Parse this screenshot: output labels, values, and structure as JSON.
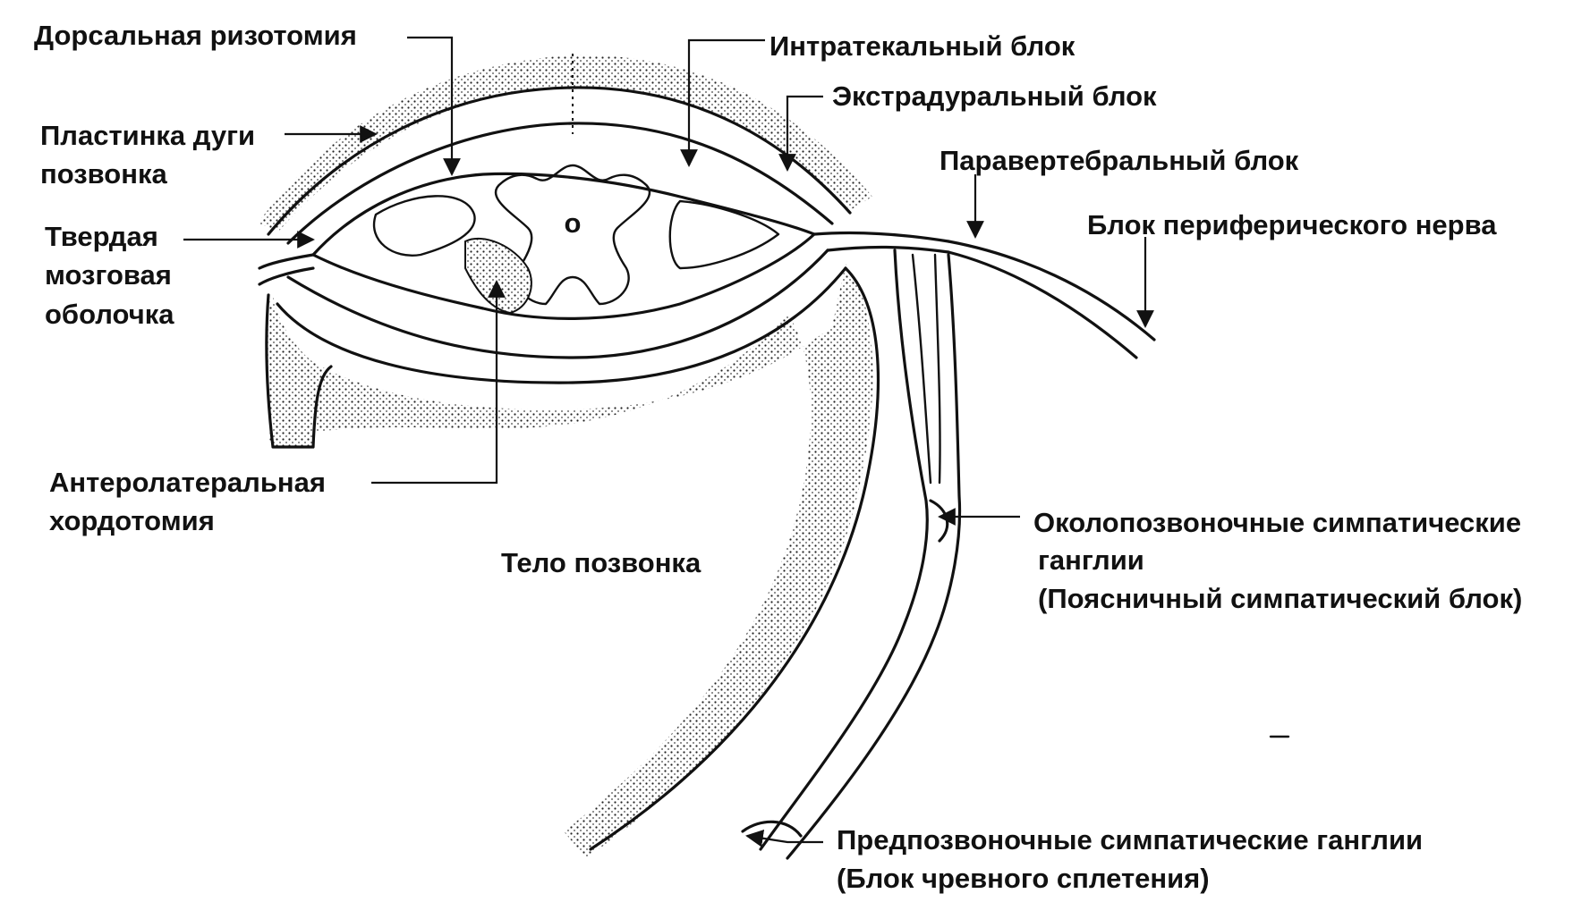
{
  "labels": {
    "dorsal_rhizotomy": "Дорсальная ризотомия",
    "intrathecal_block": "Интратекальный блок",
    "extradural_block": "Экстрадуральный блок",
    "lamina_line1": "Пластинка дуги",
    "lamina_line2": "позвонка",
    "paravertebral_block": "Паравертебральный блок",
    "peripheral_nerve_block": "Блок периферического нерва",
    "dura_line1": "Твердая",
    "dura_line2": "мозговая",
    "dura_line3": "оболочка",
    "anterolateral_line1": "Антеролатеральная",
    "anterolateral_line2": "хордотомия",
    "vertebral_body": "Тело позвонка",
    "paravertebral_ganglia_line1": "Околопозвоночные симпатические",
    "paravertebral_ganglia_line2": "ганглии",
    "paravertebral_ganglia_line3": "(Поясничный симпатический блок)",
    "prevertebral_ganglia_line1": "Предпозвоночные симпатические ганглии",
    "prevertebral_ganglia_line2": "(Блок чревного сплетения)",
    "central_canal": "o"
  }
}
